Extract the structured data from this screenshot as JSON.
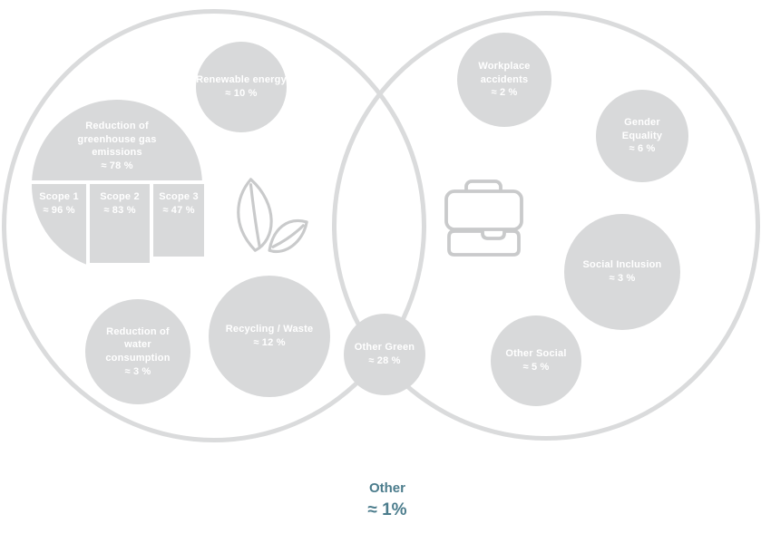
{
  "colors": {
    "bubble_fill": "#d8d9da",
    "outline_stroke": "#dadbdc",
    "bubble_text": "#ffffff",
    "accent_text": "#4b7c8c",
    "icon_stroke": "#c9cacb"
  },
  "bubbles": {
    "renewable": {
      "lines": [
        "Renewable energy",
        "≈ 10 %"
      ]
    },
    "ghg": {
      "lines": [
        "Reduction of",
        "greenhouse gas",
        "emissions",
        "≈ 78 %"
      ]
    },
    "scope1": {
      "lines": [
        "Scope 1",
        "≈ 96 %"
      ]
    },
    "scope2": {
      "lines": [
        "Scope 2",
        "≈ 83 %"
      ]
    },
    "scope3": {
      "lines": [
        "Scope 3",
        "≈ 47 %"
      ]
    },
    "water": {
      "lines": [
        "Reduction of",
        "water",
        "consumption",
        "≈ 3 %"
      ]
    },
    "recycling": {
      "lines": [
        "Recycling / Waste",
        "≈ 12 %"
      ]
    },
    "other_green": {
      "lines": [
        "Other Green",
        "≈ 28 %"
      ]
    },
    "workplace": {
      "lines": [
        "Workplace",
        "accidents",
        "≈ 2 %"
      ]
    },
    "gender": {
      "lines": [
        "Gender",
        "Equality",
        "≈ 6 %"
      ]
    },
    "social_inclusion": {
      "lines": [
        "Social Inclusion",
        "≈ 3 %"
      ]
    },
    "other_social": {
      "lines": [
        "Other Social",
        "≈ 5 %"
      ]
    }
  },
  "icons": {
    "left_circle": "leaf-icon",
    "right_circle": "briefcase-icon"
  },
  "footer": {
    "label": "Other",
    "value": "≈ 1%"
  }
}
